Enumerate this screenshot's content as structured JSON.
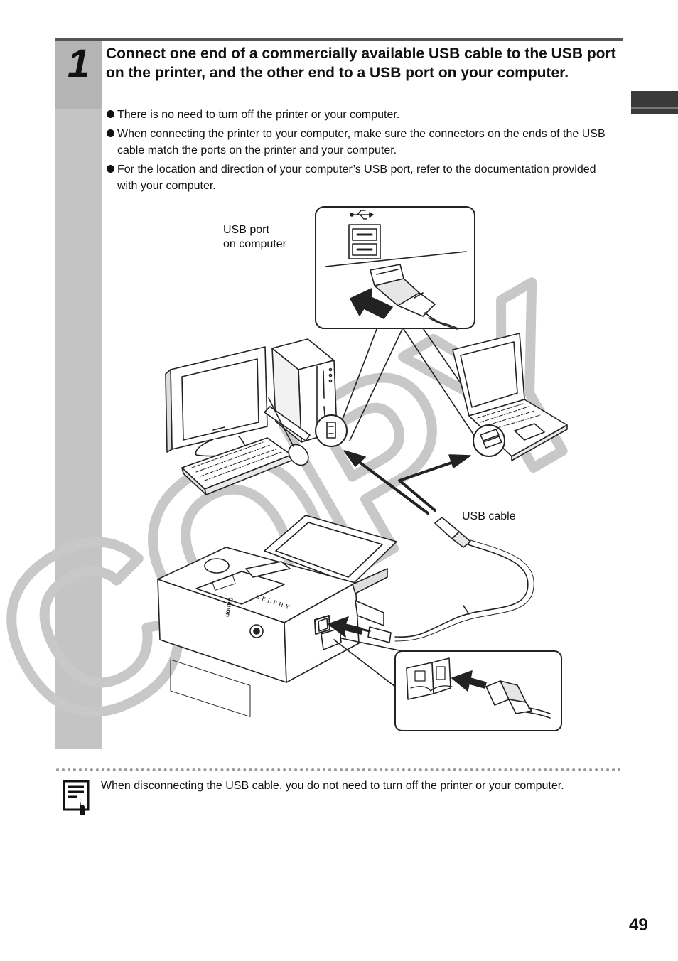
{
  "step": {
    "number": "1",
    "title": "Connect one end of a commercially available USB cable to the USB port on the printer, and the other end to a USB port on your computer.",
    "bullets": [
      "There is no need to turn off the printer or your computer.",
      "When connecting the printer to your computer, make sure the connectors on the ends of the USB cable match the ports on the printer and your computer.",
      "For the location and direction of your computer’s USB port, refer to the documentation provided with your computer."
    ]
  },
  "illustration": {
    "label_usb_port_line1": "USB port",
    "label_usb_port_line2": "on computer",
    "label_usb_cable": "USB cable",
    "brand_text": "Canon",
    "model_text": "SELPHY",
    "watermark": "COPY"
  },
  "note": {
    "text": "When disconnecting the USB cable, you do not need to turn off the printer or your computer."
  },
  "page_number": "49"
}
